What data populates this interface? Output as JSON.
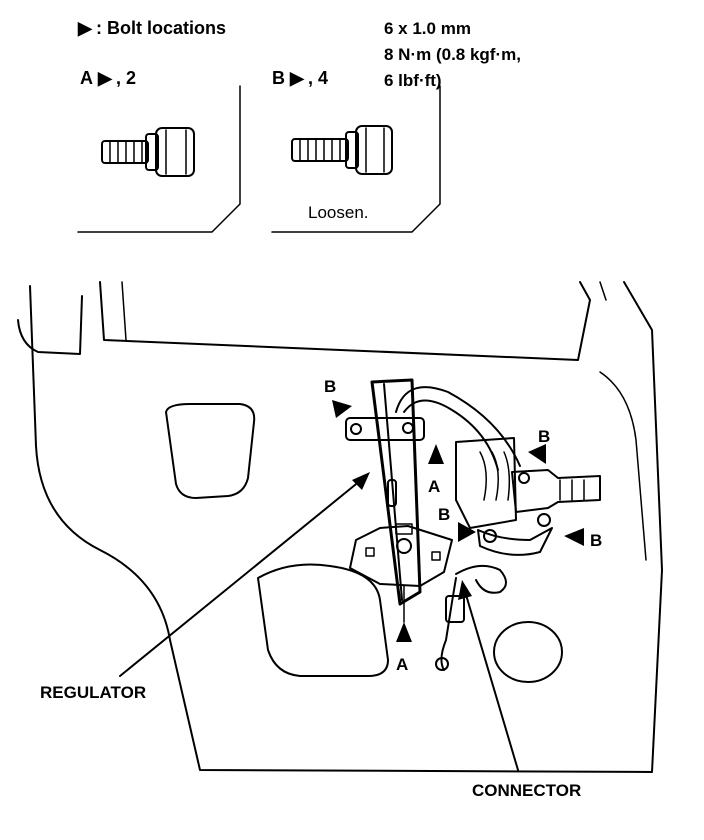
{
  "legend": {
    "marker": "▶",
    "text": ": Bolt locations"
  },
  "bolt_a": {
    "letter": "A",
    "marker": "▶",
    "count": ", 2"
  },
  "bolt_b": {
    "letter": "B",
    "marker": "▶",
    "count": ", 4",
    "note": "Loosen."
  },
  "spec": {
    "line1": "6 x 1.0 mm",
    "line2": "8 N·m (0.8 kgf·m,",
    "line3": "6 lbf·ft)"
  },
  "markers": {
    "a": "A",
    "b": "B"
  },
  "labels": {
    "regulator": "REGULATOR",
    "connector": "CONNECTOR"
  },
  "colors": {
    "ink": "#000000",
    "paper": "#ffffff"
  }
}
